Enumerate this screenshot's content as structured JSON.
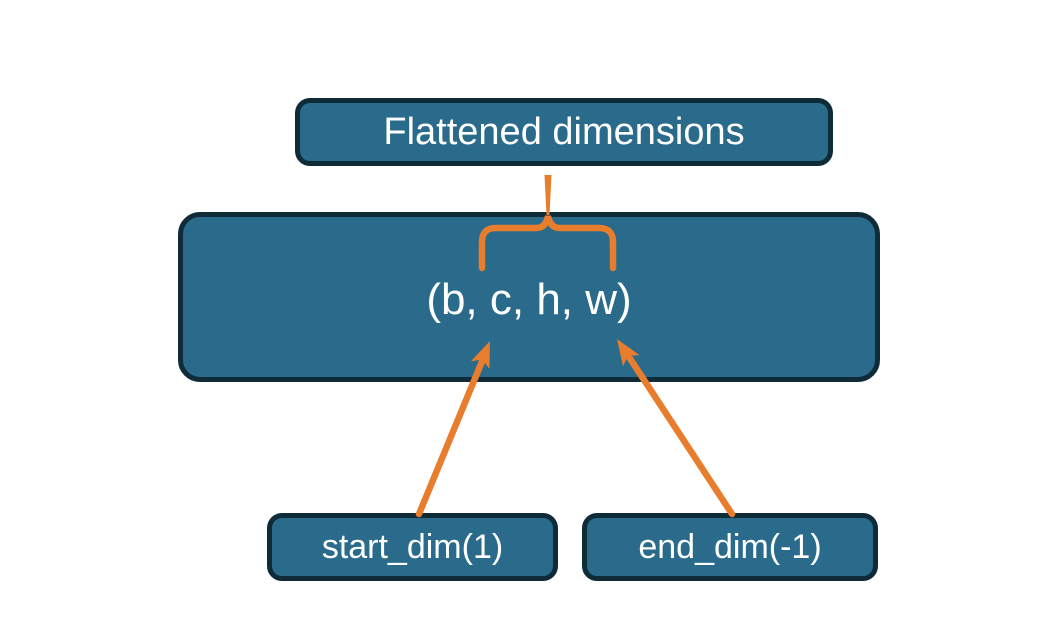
{
  "boxes": {
    "flattened": {
      "label": "Flattened dimensions"
    },
    "tensor": {
      "label": "(b, c, h, w)"
    },
    "start_dim": {
      "label": "start_dim(1)"
    },
    "end_dim": {
      "label": "end_dim(-1)"
    }
  },
  "colors": {
    "background": "#ffffff",
    "box_fill": "#2a6b8c",
    "box_border": "#0f2b38",
    "arrow": "#e87d2e",
    "text": "#ffffff"
  }
}
